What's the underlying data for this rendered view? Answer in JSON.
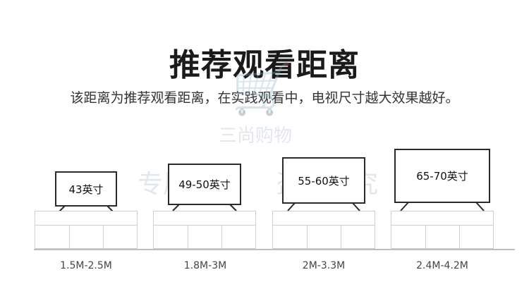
{
  "title": "推荐观看距离",
  "subtitle": "该距离为推荐观看距离，在实践观看中，电视尺寸越大效果越好。",
  "watermarks": {
    "brand": "三尚购物",
    "left": "专属专属",
    "right": "盗图必究"
  },
  "tvs": [
    {
      "size_label": "43英寸",
      "distance": "1.5M-2.5M"
    },
    {
      "size_label": "49-50英寸",
      "distance": "1.8M-3M"
    },
    {
      "size_label": "55-60英寸",
      "distance": "2M-3.3M"
    },
    {
      "size_label": "65-70英寸",
      "distance": "2.4M-4.2M"
    }
  ]
}
